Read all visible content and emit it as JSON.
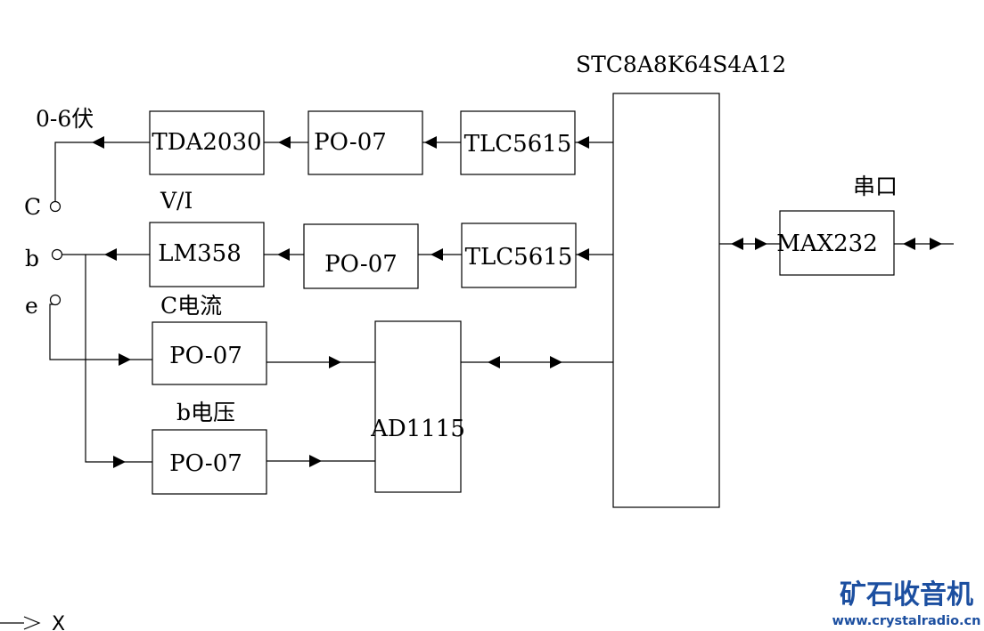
{
  "labels": {
    "mcu": "STC8A8K64S4A12",
    "serial_port": "串口",
    "output_range": "0-6伏",
    "vi": "V/I",
    "c_current": "C电流",
    "b_voltage": "b电压",
    "term_c": "C",
    "term_b": "b",
    "term_e": "e"
  },
  "blocks": {
    "tda2030": "TDA2030",
    "po07_top": "PO-07",
    "tlc5615_top": "TLC5615",
    "lm358": "LM358",
    "po07_mid": "PO-07",
    "tlc5615_mid": "TLC5615",
    "po07_c": "PO-07",
    "po07_b": "PO-07",
    "ad1115": "AD1115",
    "max232": "MAX232"
  },
  "watermark": {
    "title": "矿石收音机",
    "url": "www.crystalradio.cn"
  },
  "ucs": {
    "x_label": "X"
  }
}
